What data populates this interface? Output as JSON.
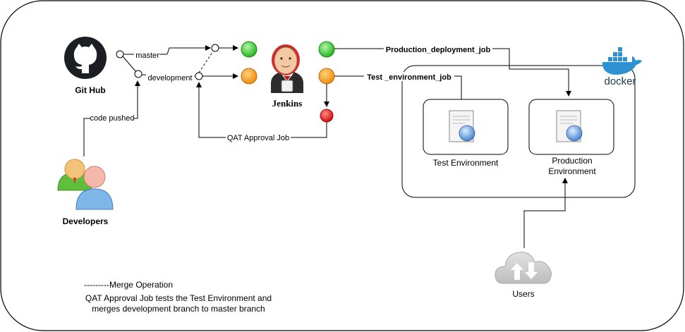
{
  "nodes": {
    "github": "Git Hub",
    "jenkins": "Jenkins",
    "developers": "Developers",
    "docker": "docker",
    "test_env": "Test Environment",
    "prod_env_line1": "Production",
    "prod_env_line2": "Environment",
    "users": "Users"
  },
  "edges": {
    "master": "master",
    "development": "development",
    "code_pushed": "code pushed",
    "qat_approval": "QAT Approval Job",
    "production_job": "Production_deployment_job",
    "test_job": "Test _environment_job"
  },
  "legend": {
    "merge_operation": "---------Merge Operation",
    "note_line1": "QAT Approval Job tests the Test  Environment and",
    "note_line2": "merges development branch to master branch"
  },
  "colors": {
    "green": "#33cc33",
    "orange": "#f7941d",
    "red": "#e11b1b"
  }
}
